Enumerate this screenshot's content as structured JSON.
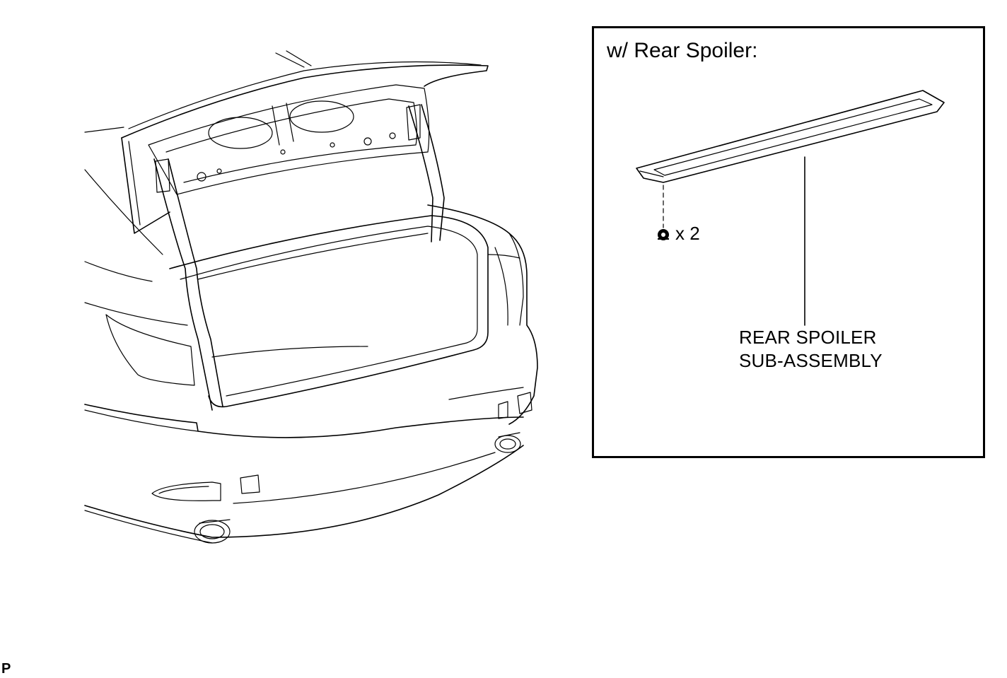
{
  "inset": {
    "title": "w/ Rear Spoiler:",
    "fastener_quantity": "x 2",
    "part_label_line1": "REAR SPOILER",
    "part_label_line2": "SUB-ASSEMBLY"
  },
  "code_mark": "P",
  "icons": {
    "car": "car-rear-trunk-open-illustration",
    "spoiler": "rear-spoiler-illustration",
    "nut": "nut-icon"
  }
}
